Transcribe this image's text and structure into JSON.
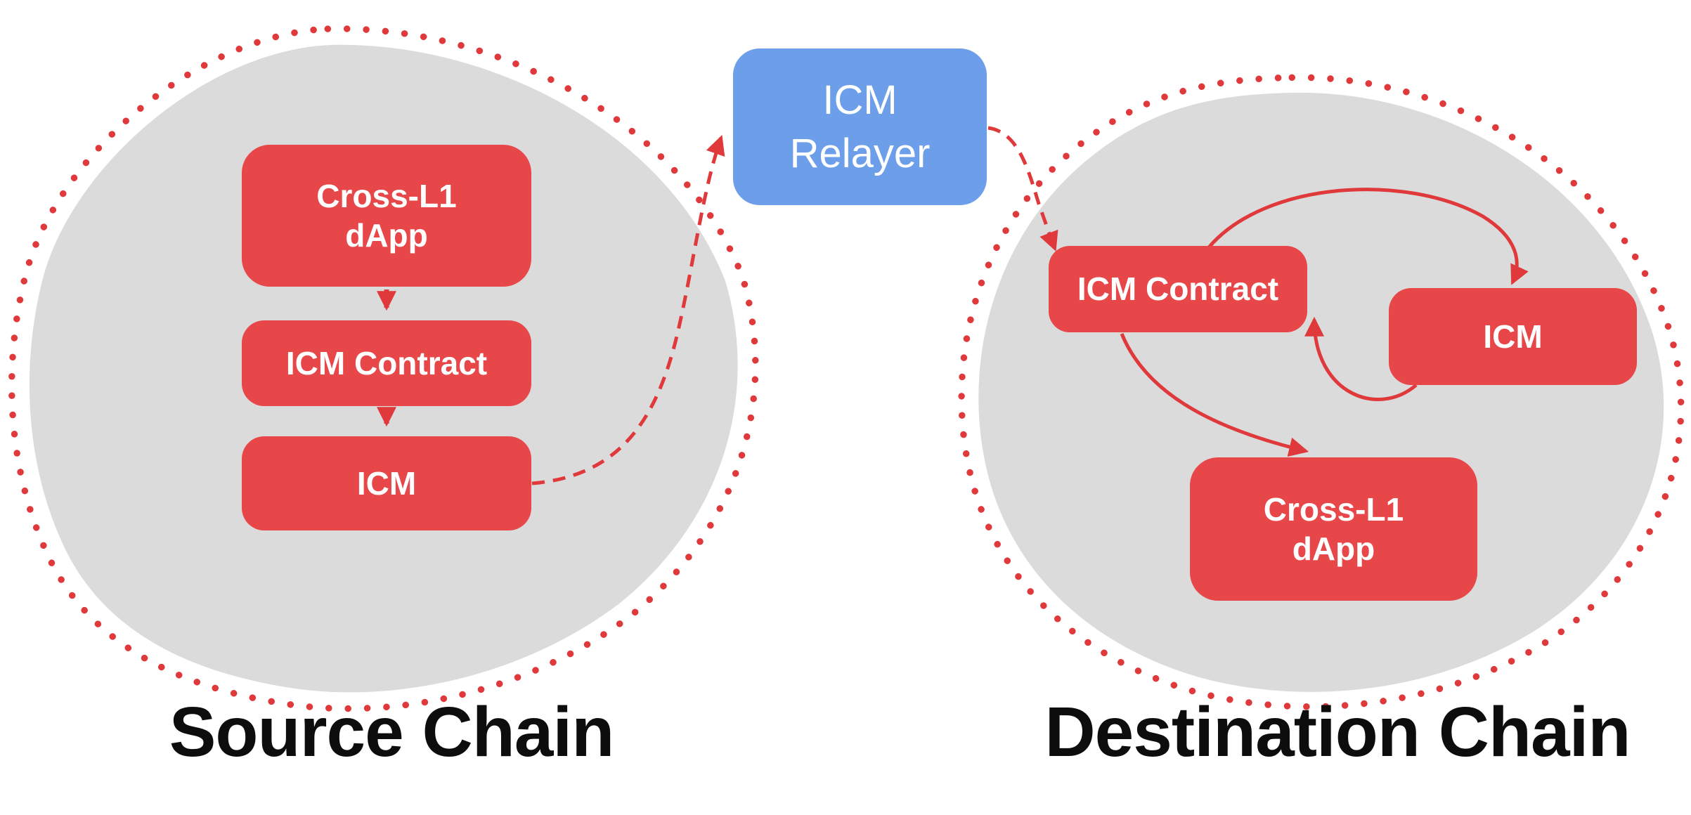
{
  "colors": {
    "node_red": "#E8474A",
    "stroke_red": "#E0393B",
    "relayer_blue": "#6D9EEA",
    "blob_gray": "#DBDBDB",
    "node_text": "#FFFFFF",
    "label_black": "#0D0D0D"
  },
  "source_chain": {
    "label": "Source Chain",
    "dapp": {
      "line1": "Cross-L1",
      "line2": "dApp"
    },
    "icm_contract": "ICM Contract",
    "icm": "ICM"
  },
  "relayer": {
    "line1": "ICM",
    "line2": "Relayer"
  },
  "destination_chain": {
    "label": "Destination Chain",
    "icm_contract": "ICM Contract",
    "icm": "ICM",
    "dapp": {
      "line1": "Cross-L1",
      "line2": "dApp"
    }
  }
}
